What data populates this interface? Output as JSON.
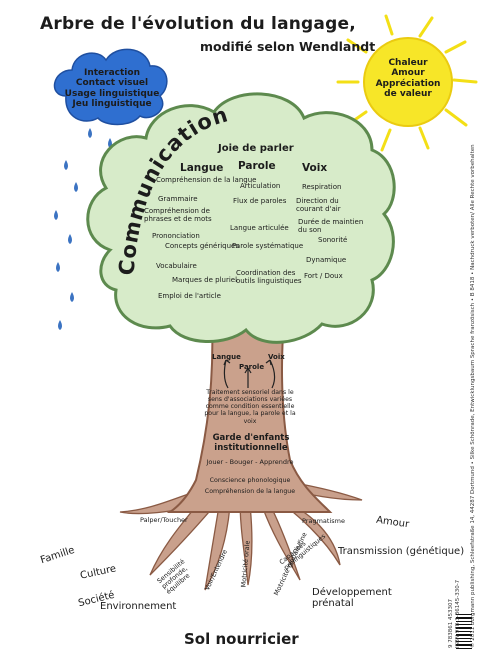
{
  "title": "Arbre de l'évolution du langage,",
  "subtitle": "modifié selon Wendlandt",
  "cloud": [
    "Interaction",
    "Contact visuel",
    "Usage linguistique",
    "Jeu linguistique"
  ],
  "sun": [
    "Chaleur",
    "Amour",
    "Appréciation",
    "de valeur"
  ],
  "crown_arc": "Communication",
  "crown": {
    "joie": "Joie de parler",
    "langue": "Langue",
    "parole": "Parole",
    "voix": "Voix",
    "items": [
      "Compréhension de la langue",
      "Articulation",
      "Respiration",
      "Grammaire",
      "Flux de paroles",
      "Direction du courant d'air",
      "Compréhension de phrases et de mots",
      "Durée de maintien du son",
      "Prononciation",
      "Langue articulée",
      "Sonorité",
      "Concepts génériques",
      "Parole systématique",
      "Vocabulaire",
      "Dynamique",
      "Marques de pluriel",
      "Coordination des outils linguistiques",
      "Fort / Doux",
      "Emploi de l'article"
    ]
  },
  "trunk": {
    "langue": "Langue",
    "voix": "Voix",
    "parole": "Parole",
    "traitement": "Traitement sensoriel dans le sens d'associations variées comme condition essentielle pour la langue, la parole et la voix",
    "garde": "Garde d'enfants institutionnelle",
    "jouer": "Jouer - Bouger - Apprendre",
    "conscience": "Conscience phonologique",
    "comprehension": "Compréhension de la langue"
  },
  "roots": {
    "palper": "Palper/Toucher",
    "pragmatisme": "Pragmatisme",
    "sensibilite": "Sensibilité profonde, équilibre",
    "voir": "Voir/Entendre",
    "motricite_orale": "Motricité orale",
    "motricite_globale": "Motricité globale/fine",
    "capacites": "Capacités prélinguistiques"
  },
  "ground": {
    "famille": "Famille",
    "culture": "Culture",
    "societe": "Société",
    "environnement": "Environnement",
    "amour": "Amour",
    "transmission": "Transmission (génétique)",
    "developpement": "Développement prénatal",
    "sol": "Sol nourricier"
  },
  "side_text": "© 2011 borgmann publishing, Schleefstraße 14, 44287 Dortmund • Silke Schönrade, Entwicklungsbaum Sprache französisch • B 8418 • Nachdruck verboten/ Alle Rechte vorbehalten",
  "isbn": "ISBN 978-3-86145-330-7",
  "barcode_number": "9 783861 453307",
  "colors": {
    "cloud": "#2f6fd0",
    "sun": "#f6e21a",
    "crown": "#d7ebc9",
    "trunk": "#c9a08c",
    "rain": "#3b73c2"
  }
}
